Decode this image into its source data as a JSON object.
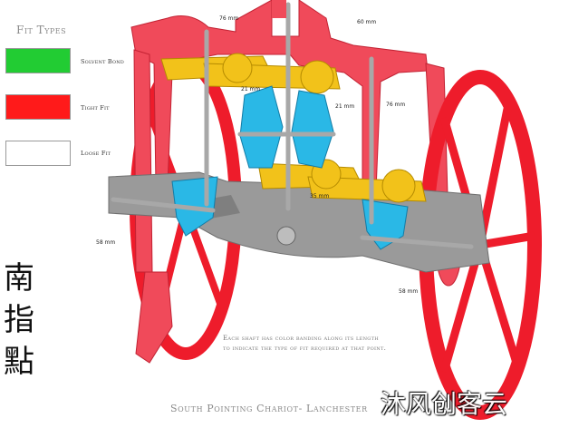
{
  "legend": {
    "title": "Fit Types",
    "items": [
      {
        "label": "Solvent Bond",
        "color": "#22cc33"
      },
      {
        "label": "Tight Fit",
        "color": "#ff1a1a"
      },
      {
        "label": "Loose Fit",
        "color": "#ffffff"
      }
    ]
  },
  "side_title": [
    "南",
    "指",
    "點"
  ],
  "dimensions": {
    "top_left": "76 mm",
    "top_center": "60 mm",
    "gear_left": "21 mm",
    "gear_right": "21 mm",
    "right_shaft": "76 mm",
    "center_bottom": "35 mm",
    "axle_left": "58 mm",
    "axle_right": "58 mm"
  },
  "note": {
    "line1": "Each shaft has color banding along its length",
    "line2": "to indicate the type of fit required at that point."
  },
  "bottom_title": "South Pointing Chariot- Lanchester",
  "watermark": "沐风创客云",
  "colors": {
    "frame": "#f04a5a",
    "wheel": "#ee1c2b",
    "gear_yellow": "#f2c21a",
    "gear_cyan": "#2ab8e6",
    "base": "#9a9a9a",
    "shaft": "#b8b8b8"
  }
}
